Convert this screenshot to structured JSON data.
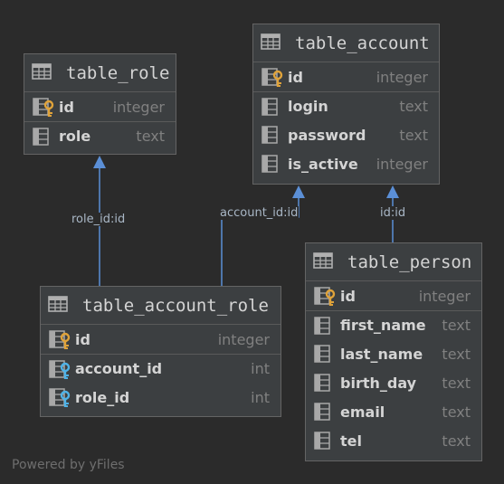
{
  "entities": {
    "table_role": {
      "title": "table_role",
      "fields": [
        {
          "name": "id",
          "type": "integer",
          "key": "primary"
        },
        {
          "name": "role",
          "type": "text",
          "key": "none"
        }
      ]
    },
    "table_account": {
      "title": "table_account",
      "fields": [
        {
          "name": "id",
          "type": "integer",
          "key": "primary"
        },
        {
          "name": "login",
          "type": "text",
          "key": "none"
        },
        {
          "name": "password",
          "type": "text",
          "key": "none"
        },
        {
          "name": "is_active",
          "type": "integer",
          "key": "none"
        }
      ]
    },
    "table_account_role": {
      "title": "table_account_role",
      "fields": [
        {
          "name": "id",
          "type": "integer",
          "key": "primary"
        },
        {
          "name": "account_id",
          "type": "int",
          "key": "foreign"
        },
        {
          "name": "role_id",
          "type": "int",
          "key": "foreign"
        }
      ]
    },
    "table_person": {
      "title": "table_person",
      "fields": [
        {
          "name": "id",
          "type": "integer",
          "key": "primary"
        },
        {
          "name": "first_name",
          "type": "text",
          "key": "none"
        },
        {
          "name": "last_name",
          "type": "text",
          "key": "none"
        },
        {
          "name": "birth_day",
          "type": "text",
          "key": "none"
        },
        {
          "name": "email",
          "type": "text",
          "key": "none"
        },
        {
          "name": "tel",
          "type": "text",
          "key": "none"
        }
      ]
    }
  },
  "relations": [
    {
      "label": "role_id:id",
      "from": "table_account_role",
      "to": "table_role"
    },
    {
      "label": "account_id:id",
      "from": "table_account_role",
      "to": "table_account"
    },
    {
      "label": "id:id",
      "from": "table_person",
      "to": "table_account"
    }
  ],
  "footer": "Powered by yFiles",
  "colors": {
    "background": "#2b2b2b",
    "node_fill": "#3c3f41",
    "edge": "#5b8fd6",
    "primary_key": "#e0a33a",
    "foreign_key": "#4fb3e8"
  }
}
